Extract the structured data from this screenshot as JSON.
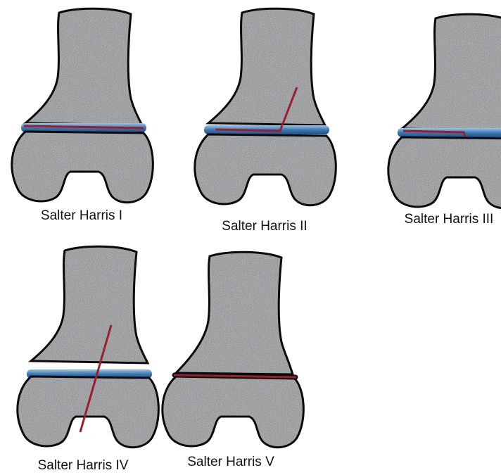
{
  "panels": [
    {
      "id": "salter-harris-1",
      "caption": "Salter Harris I",
      "fracture": "physis-only"
    },
    {
      "id": "salter-harris-2",
      "caption": "Salter Harris II",
      "fracture": "physis-and-metaphysis"
    },
    {
      "id": "salter-harris-3",
      "caption": "Salter Harris III",
      "fracture": "physis-and-epiphysis"
    },
    {
      "id": "salter-harris-4",
      "caption": "Salter Harris IV",
      "fracture": "through-metaphysis-physis-epiphysis"
    },
    {
      "id": "salter-harris-5",
      "caption": "Salter Harris V",
      "fracture": "physis-crush"
    }
  ],
  "colors": {
    "bone_fill": "#8f9194",
    "outline": "#0a0a0a",
    "growth_plate": "#3e78b2",
    "fracture_line": "#9a1f2e"
  }
}
